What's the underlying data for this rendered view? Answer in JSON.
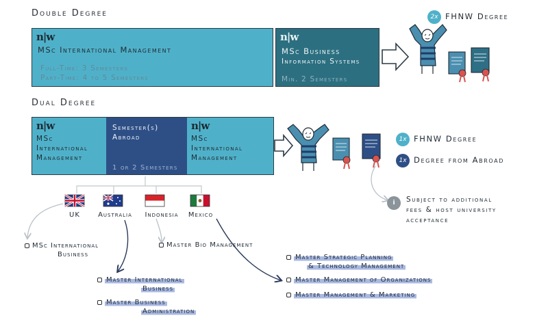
{
  "colors": {
    "teal": "#4fb1c9",
    "dark_teal": "#2c6f80",
    "navy": "#2e4f86",
    "highlight": "#a9b9e2",
    "grey_text": "#5f8a9a"
  },
  "logo": "n|w",
  "double_degree": {
    "heading": "Double Degree",
    "box1": {
      "title": "MSc International Management",
      "fulltime": "Full-Time: 3 Semesters",
      "parttime": "Part-Time: 4 to 5 Semesters"
    },
    "box2": {
      "title_line1": "MSc Business",
      "title_line2": "Information Systems",
      "note": "Min. 2 Semesters"
    },
    "result_badge": "2x",
    "result_text": "FHNW Degree"
  },
  "dual_degree": {
    "heading": "Dual Degree",
    "box1": {
      "line1": "MSc",
      "line2": "International",
      "line3": "Management"
    },
    "abroad": {
      "line1": "Semester(s)",
      "line2": "Abroad",
      "note": "1 or 2 Semesters"
    },
    "box3": {
      "line1": "MSc",
      "line2": "International",
      "line3": "Management"
    },
    "result1_badge": "1x",
    "result1_text": "FHNW Degree",
    "result2_badge": "1x",
    "result2_text": "Degree from Abroad",
    "info_badge": "i",
    "info_line1": "Subject to additional",
    "info_line2": "fees & host university",
    "info_line3": "acceptance"
  },
  "countries": {
    "uk": "UK",
    "australia": "Australia",
    "indonesia": "Indonesia",
    "mexico": "Mexico"
  },
  "programs": {
    "uk_1_line1": "MSc International",
    "uk_1_line2": "Business",
    "indo_1": "Master Bio Management",
    "aus_1_line1": "Master International",
    "aus_1_line2": "Business",
    "aus_2_line1": "Master Business",
    "aus_2_line2": "Administration",
    "mex_1_line1": "Master Strategic Planning",
    "mex_1_line2": "& Technology Management",
    "mex_2": "Master Management of Organizations",
    "mex_3": "Master Management & Marketing"
  }
}
